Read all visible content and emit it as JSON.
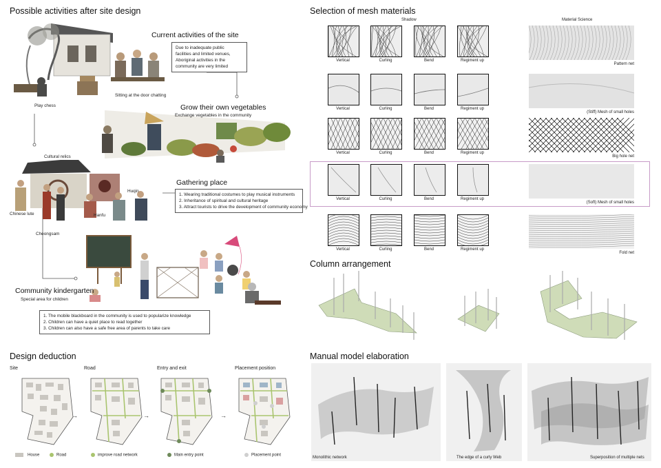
{
  "left": {
    "title": "Possible activities after site design",
    "current": {
      "heading": "Current activities of the site",
      "box": [
        "Due to inadequate public",
        "facilities and limited venues,",
        "Aboriginal activities in the",
        "community are very limited"
      ],
      "play_chess": "Play chess",
      "sitting": "Sitting at the door chatting"
    },
    "vegetables": {
      "heading": "Grow their own vegetables",
      "sub": "Exchange vegetables in the community"
    },
    "gathering": {
      "cultural_relics": "Cultural relics",
      "heading": "Gathering place",
      "items": [
        "1. Wearing traditional costumes to play musical instruments",
        "2. Inheritance of spiritual and cultural heritage",
        "3. Attract tourists to drive the development of community economy"
      ],
      "huqin": "Huqin",
      "chinese_lute": "Chinese lute",
      "hanfu": "Hanfu",
      "cheongsam": "Cheongsam"
    },
    "kindergarten": {
      "heading": "Community kindergarten",
      "sub": "Special area for children",
      "items": [
        "1. The mobile blackboard in the community is used to popularize knowledge",
        "2. Children can have a quiet place to read together",
        "3. Children can also have a safe free area of parents to take care"
      ]
    },
    "deduction": {
      "title": "Design deduction",
      "steps": [
        "Site",
        "Road",
        "Entry and exit",
        "Placement position"
      ],
      "legend": [
        {
          "label": "House",
          "color": "#c9c6c0"
        },
        {
          "label": "Road",
          "color": "#a9c46e"
        },
        {
          "label": "improve road network",
          "color": "#a9c46e"
        },
        {
          "label": "Main entry point",
          "color": "#6e8a5a"
        },
        {
          "label": "Placement point",
          "color": "#cfcfcf"
        }
      ]
    }
  },
  "right": {
    "mesh_title": "Selection of mesh materials",
    "shadow": "Shadow",
    "material_science": "Material Science",
    "rows": [
      {
        "labels": [
          "Vertical",
          "Curling",
          "Bend",
          "Regiment up"
        ],
        "material": "Pattern net"
      },
      {
        "labels": [
          "Vertical",
          "Curling",
          "Bend",
          "Regiment up"
        ],
        "material": "(Stiff)  Mesh of small holes"
      },
      {
        "labels": [
          "Vertical",
          "Curling",
          "Bend",
          "Regiment up"
        ],
        "material": "Big hole net"
      },
      {
        "labels": [
          "Vertical",
          "Curling",
          "Bend",
          "Regiment up"
        ],
        "material": "(Soft)  Mesh of small holes"
      },
      {
        "labels": [
          "Vertical",
          "Curling",
          "Bend",
          "Regiment up"
        ],
        "material": "Fold net"
      }
    ],
    "column_title": "Column arrangement",
    "manual_title": "Manual model elaboration",
    "manual_captions": [
      "Monolithic network",
      "The edge of a curly Web",
      "Superposition of multiple nets"
    ]
  },
  "colors": {
    "highlight_border": "#c79ac7",
    "plan_green": "#a9c46e",
    "model_green": "#cfdcb8"
  }
}
